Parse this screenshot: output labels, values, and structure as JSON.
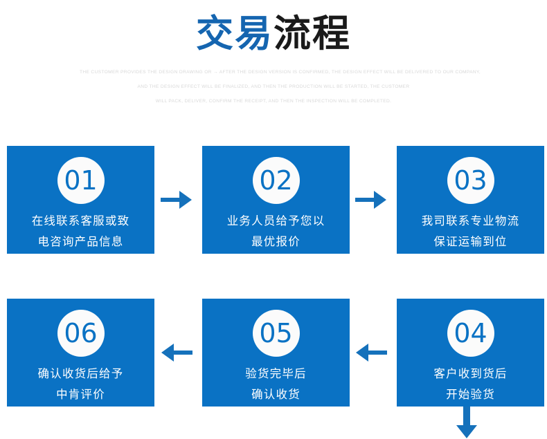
{
  "header": {
    "title_highlight": "交易",
    "title_rest": "流程",
    "subtitle_lines": [
      "THE CUSTOMER PROVIDES THE DESIGN DRAWING OR → AFTER THE DESIGN VERSION IS CONFIRMED, THE DESIGN EFFECT WILL BE DELIVERED TO OUR COMPANY,",
      "AND THE DESIGN EFFECT WILL BE FINALIZED, AND THEN THE PRODUCTION WILL BE STARTED, THE CUSTOMER",
      "WILL PACK, DELIVER, CONFIRM THE RECEIPT, AND THEN THE INSPECTION WILL BE COMPLETED."
    ]
  },
  "colors": {
    "brand_blue": "#0a72c4",
    "title_blue": "#1565b0",
    "title_black": "#1a1a1a",
    "circle_fill": "#fbfbfb",
    "subtitle_gray": "#d8d8d8",
    "arrow_blue": "#1571bb"
  },
  "steps": [
    {
      "number": "01",
      "line1": "在线联系客服或致",
      "line2": "电咨询产品信息"
    },
    {
      "number": "02",
      "line1": "业务人员给予您以",
      "line2": "最优报价"
    },
    {
      "number": "03",
      "line1": "我司联系专业物流",
      "line2": "保证运输到位"
    },
    {
      "number": "04",
      "line1": "客户收到货后",
      "line2": "开始验货"
    },
    {
      "number": "05",
      "line1": "验货完毕后",
      "line2": "确认收货"
    },
    {
      "number": "06",
      "line1": "确认收货后给予",
      "line2": "中肯评价"
    }
  ],
  "arrows": [
    {
      "name": "arrow-right-01-to-02",
      "direction": "right"
    },
    {
      "name": "arrow-right-02-to-03",
      "direction": "right"
    },
    {
      "name": "arrow-down-03-to-04",
      "direction": "down"
    },
    {
      "name": "arrow-left-04-to-05",
      "direction": "left"
    },
    {
      "name": "arrow-left-05-to-06",
      "direction": "left"
    }
  ]
}
